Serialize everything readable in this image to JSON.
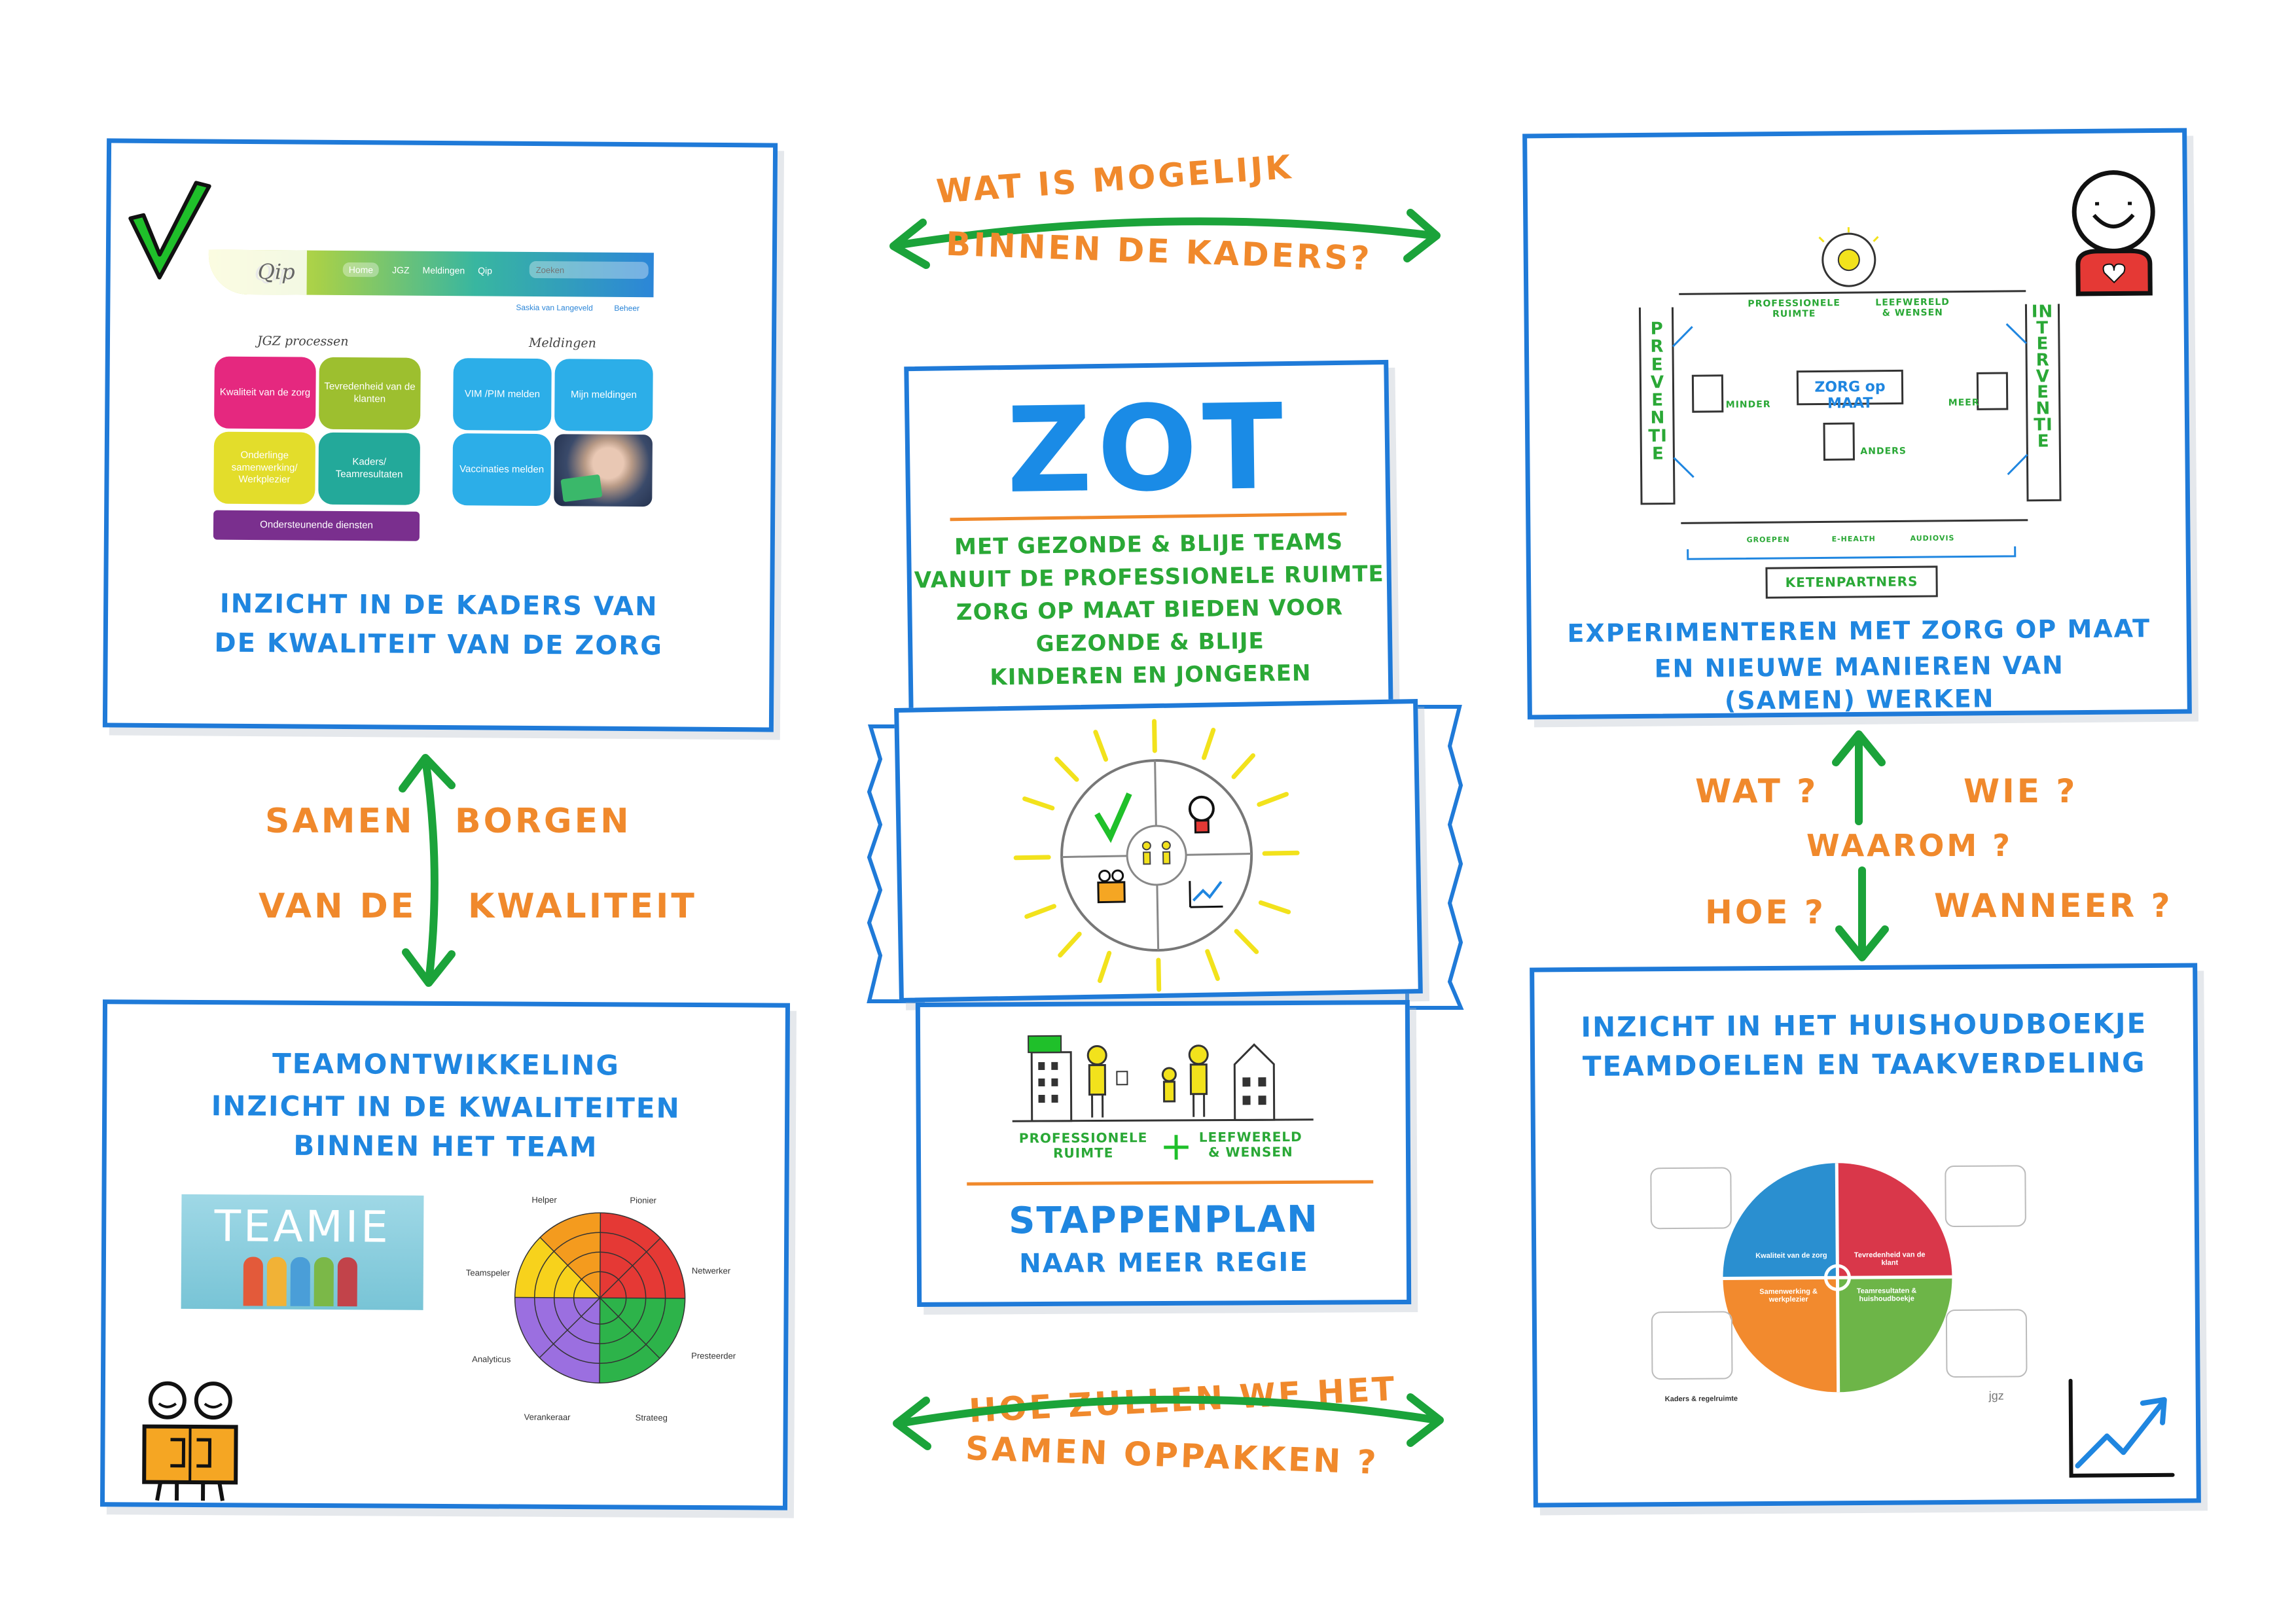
{
  "panel_tl": {
    "qip": {
      "logo": "Qip",
      "nav": [
        "Home",
        "JGZ",
        "Meldingen",
        "Qip"
      ],
      "search_placeholder": "Zoeken",
      "user": "Saskia van Langeveld",
      "manage": "Beheer",
      "section_left": "JGZ processen",
      "section_right": "Meldingen",
      "tiles_left": [
        "Kwaliteit van de zorg",
        "Tevredenheid van de klanten",
        "Onderlinge samenwerking/ Werkplezier",
        "Kaders/ Teamresultaten"
      ],
      "tiles_right": [
        "VIM /PIM melden",
        "Mijn meldingen",
        "Vaccinaties melden"
      ],
      "bar": "Ondersteunende diensten"
    },
    "caption_1": "INZICHT IN DE KADERS VAN",
    "caption_2": "DE KWALITEIT VAN DE ZORG"
  },
  "top_center": {
    "line_1": "WAT IS MOGELIJK",
    "line_2": "BINNEN DE KADERS?"
  },
  "center": {
    "title": "ZOT",
    "text_lines": [
      "MET GEZONDE & BLIJE TEAMS",
      "VANUIT DE PROFESSIONELE RUIMTE",
      "ZORG OP MAAT BIEDEN VOOR",
      "GEZONDE & BLIJE",
      "KINDEREN EN JONGEREN"
    ],
    "bottom_label_left": "PROFESSIONELE\nRUIMTE",
    "bottom_label_right": "LEEFWERELD\n& WENSEN",
    "stappen_1": "STAPPENPLAN",
    "stappen_2": "NAAR MEER REGIE"
  },
  "panel_tr": {
    "left_vertical": "PREVENTIE",
    "right_vertical": "INTERVENTIE",
    "top_left": "PROFESSIONELE\nRUIMTE",
    "top_right": "LEEFWERELD\n& WENSEN",
    "zorg": "ZORG op MAAT",
    "minder": "MINDER",
    "meer": "MEER",
    "anders": "ANDERS",
    "groepen": "GROEPEN",
    "ehealth": "E-HEALTH",
    "rubric": "AUDIOVIS",
    "ketenpartners": "KETENPARTNERS",
    "caption_1": "EXPERIMENTEREN MET ZORG OP MAAT",
    "caption_2": "EN NIEUWE MANIEREN VAN",
    "caption_3": "(SAMEN) WERKEN"
  },
  "left_middle": {
    "samen": "SAMEN",
    "borgen": "BORGEN",
    "vande": "VAN DE",
    "kwaliteit": "KWALITEIT"
  },
  "right_middle": {
    "wat": "WAT ?",
    "wie": "WIE ?",
    "waarom": "WAAROM ?",
    "hoe": "HOE ?",
    "wanneer": "WANNEER ?"
  },
  "panel_bl": {
    "line_1": "TEAMONTWIKKELING",
    "line_2": "INZICHT IN DE KWALITEITEN",
    "line_3": "BINNEN HET TEAM",
    "teamie": "TEAMIE",
    "wheel_labels": [
      "Helper",
      "Pionier",
      "Netwerker",
      "Presteerder",
      "Strateeg",
      "Verankeraar",
      "Analyticus",
      "Teamspeler"
    ]
  },
  "panel_br": {
    "line_1": "INZICHT IN HET HUISHOUDBOEKJE",
    "line_2": "TEAMDOELEN EN TAAKVERDELING",
    "quadrants": [
      "Kwaliteit van de zorg",
      "Tevredenheid van de klant",
      "Samenwerking & werkplezier",
      "Teamresultaten & huishoudboekje"
    ],
    "footer_left": "Kaders & regelruimte",
    "footer_right": "jgz"
  },
  "bottom_center": {
    "line_1": "HOE ZULLEN WE HET",
    "line_2": "SAMEN OPPAKKEN ?"
  }
}
